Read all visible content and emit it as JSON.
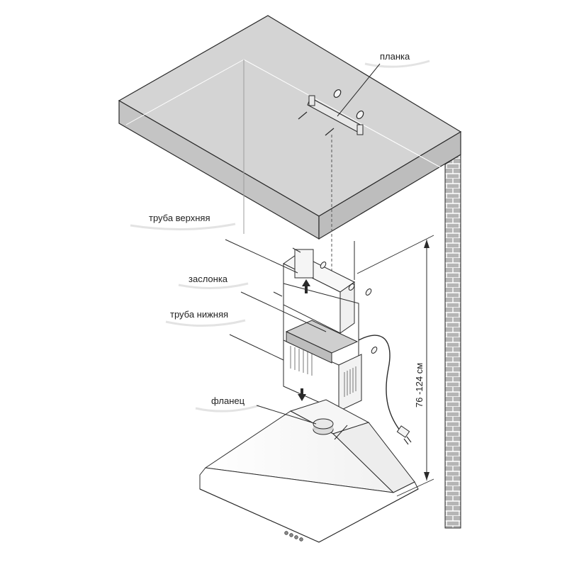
{
  "labels": {
    "bracket": "планка",
    "upper_pipe": "труба верхняя",
    "damper": "заслонка",
    "lower_pipe": "труба нижняя",
    "flange": "фланец"
  },
  "dimension": {
    "height": "76 -124 см"
  },
  "colors": {
    "stroke": "#2a2a2a",
    "ceiling_top": "#cfcfcf",
    "ceiling_side": "#b8b8b8",
    "brick": "#9a9a9a",
    "label_shadow": "#e6e6e6"
  }
}
